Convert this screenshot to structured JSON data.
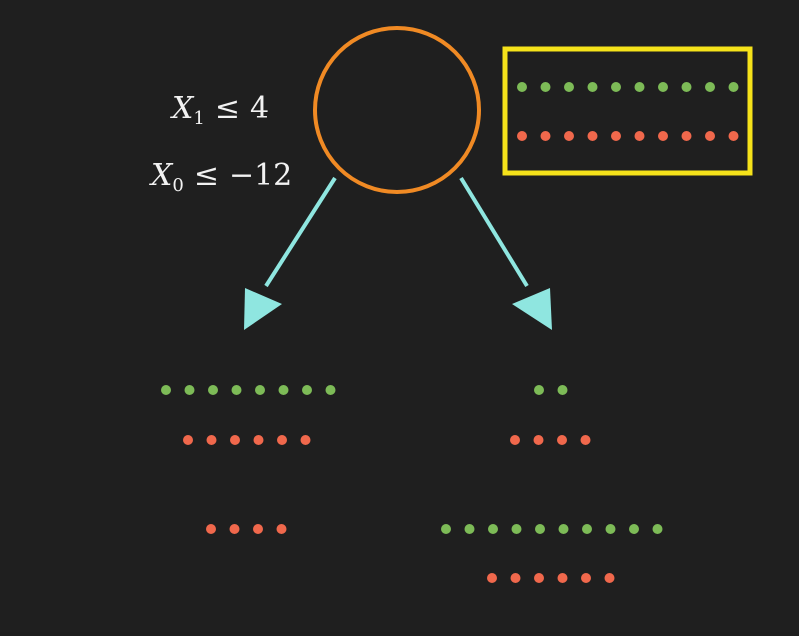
{
  "split_node": {
    "conditions": [
      {
        "variable": "X",
        "subscript": "1",
        "relation": "≤",
        "threshold": "4"
      },
      {
        "variable": "X",
        "subscript": "0",
        "relation": "≤",
        "threshold": "−12"
      }
    ]
  },
  "colors": {
    "background": "#1f1f1f",
    "node_stroke": "#f08a24",
    "highlight_box": "#f5e21a",
    "arrow": "#8fe6e0",
    "green_dot": "#7dbb57",
    "red_dot": "#f0684c",
    "text": "#f2f2f2"
  },
  "groups": {
    "parent": {
      "green": 10,
      "red": 10,
      "highlighted": true
    },
    "left_child": {
      "green": 8,
      "red": 6
    },
    "left_child_extra": {
      "red": 4
    },
    "right_child": {
      "green": 2,
      "red": 4
    },
    "right_child_extra": {
      "green": 10,
      "red": 6
    }
  }
}
